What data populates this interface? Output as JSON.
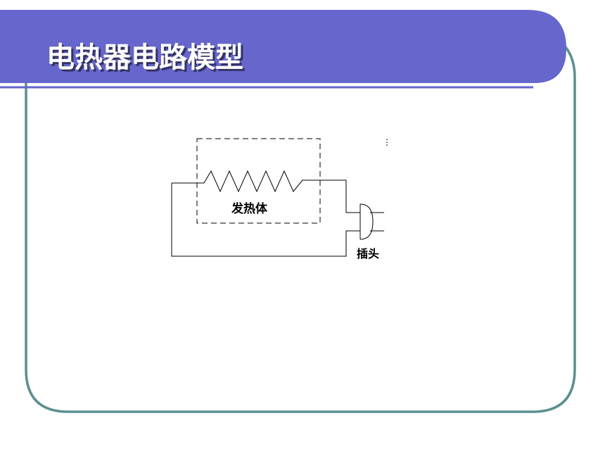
{
  "slide": {
    "title": "电热器电路模型",
    "colors": {
      "banner": "#6666cc",
      "frame": "#5b8f8f",
      "title_text": "#ffffff",
      "title_shadow": "#333366",
      "diagram_line": "#000000"
    }
  },
  "diagram": {
    "heater_label": "发热体",
    "plug_label": "插头",
    "stray_mark": "⋮"
  }
}
